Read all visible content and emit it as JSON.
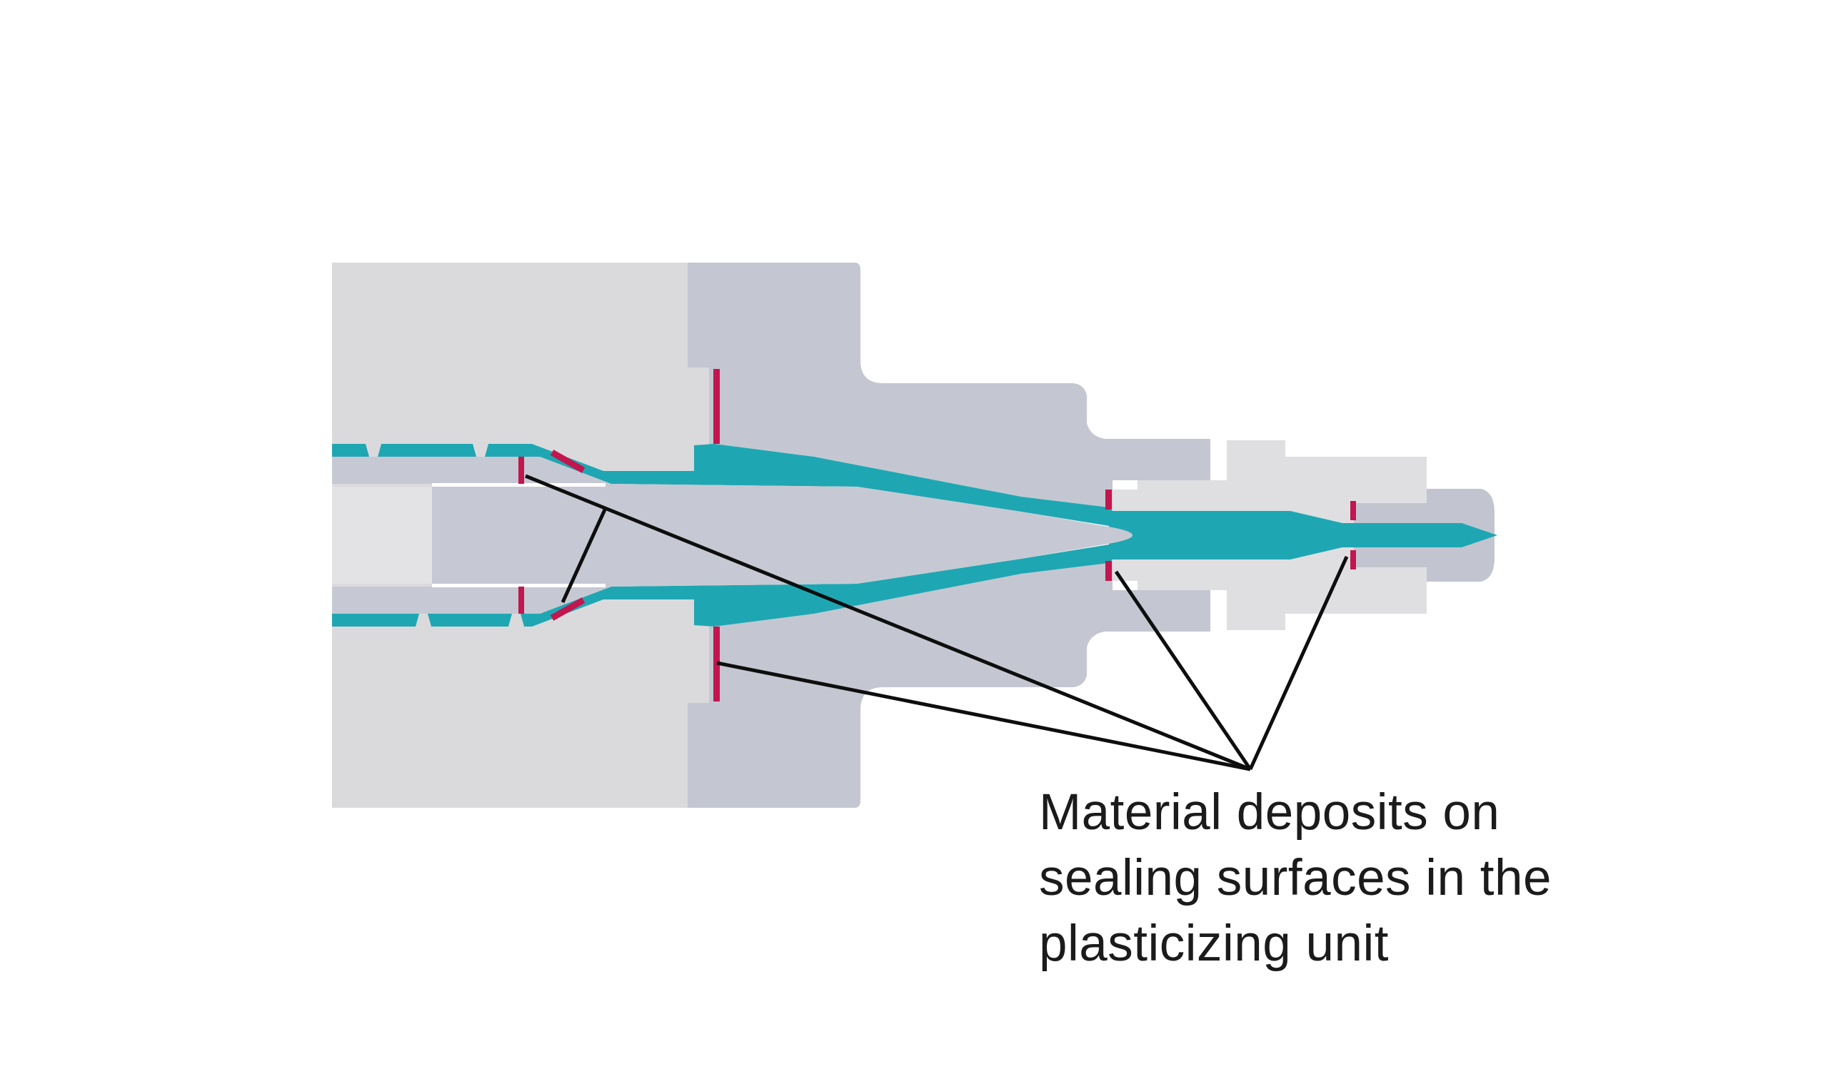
{
  "caption": {
    "lines": [
      "Material deposits on",
      "sealing surfaces in the",
      "plasticizing unit"
    ]
  },
  "colors": {
    "background": "#ffffff",
    "barrel_gray": "#dadadc",
    "core_gray": "#e3e3e5",
    "head_gray": "#dfdfe1",
    "adapter_lavender": "#c4c7d1",
    "center_lavender": "#c6c9d3",
    "tip_lavender": "#c2c5d0",
    "melt_teal": "#1ea7b3",
    "seal_red": "#c2164e",
    "annotation_black": "#0e0e0e",
    "text_color": "#1b1b1b",
    "gap_white": "#ffffff"
  }
}
